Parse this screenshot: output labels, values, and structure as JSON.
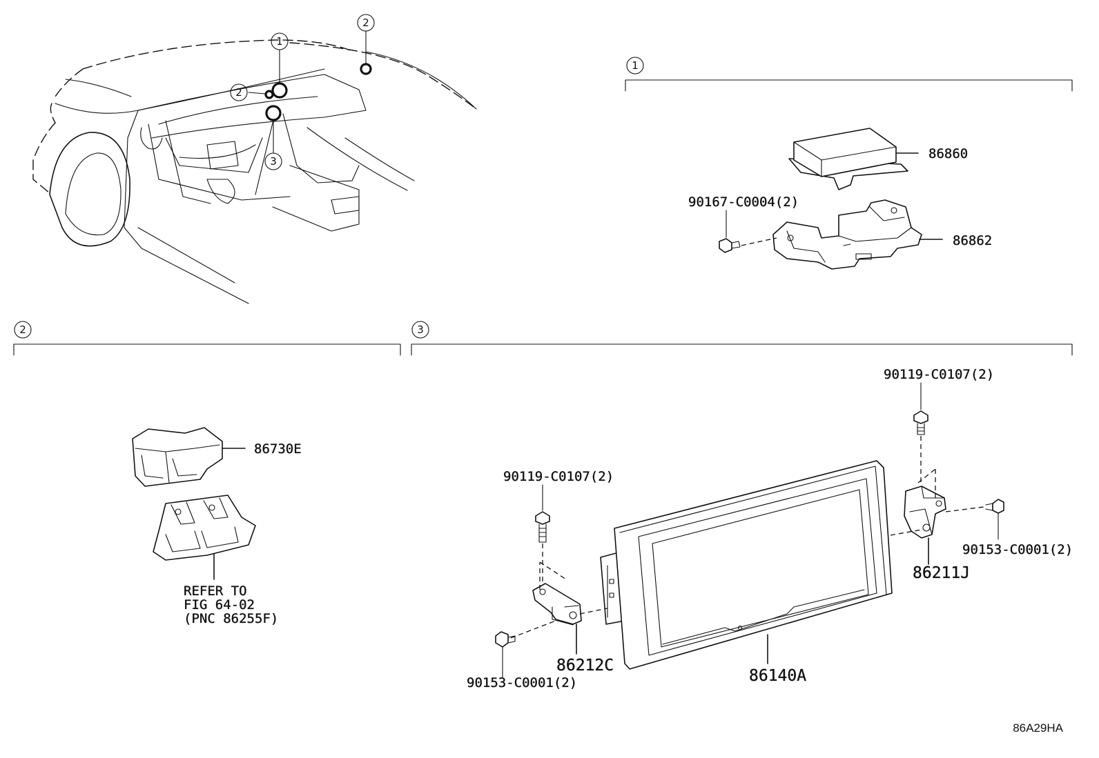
{
  "callouts": {
    "one": "1",
    "two": "2",
    "three": "3"
  },
  "parts": {
    "p86860": "86860",
    "p86862": "86862",
    "p90167": "90167-C0004(2)",
    "p86730e": "86730E",
    "refer_line1": "REFER TO",
    "refer_line2": "FIG 64-02",
    "refer_line3": "(PNC 86255F)",
    "p90119_left": "90119-C0107(2)",
    "p90153_left": "90153-C0001(2)",
    "p86212c": "86212C",
    "p86140a": "86140A",
    "p90119_right": "90119-C0107(2)",
    "p90153_right": "90153-C0001(2)",
    "p86211j": "86211J"
  },
  "diagram_code": "86A29HA"
}
